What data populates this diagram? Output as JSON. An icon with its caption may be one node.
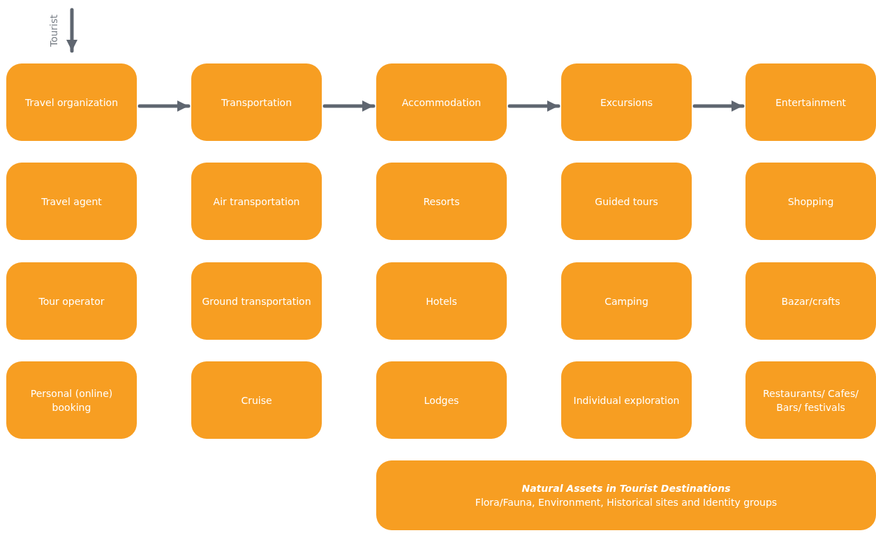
{
  "diagram": {
    "nodes": [
      {
        "text": [
          "Travel organization"
        ]
      },
      {
        "text": [
          "Transportation"
        ]
      },
      {
        "text": [
          "Accommodation"
        ]
      },
      {
        "text": [
          "Excursions"
        ]
      },
      {
        "text": [
          "Entertainment"
        ]
      },
      {
        "text": [
          "Travel agent"
        ]
      },
      {
        "text": [
          "Air transportation"
        ]
      },
      {
        "text": [
          "Resorts"
        ]
      },
      {
        "text": [
          "Guided tours"
        ]
      },
      {
        "text": [
          "Shopping"
        ]
      },
      {
        "text": [
          "Tour operator"
        ]
      },
      {
        "text": [
          "Ground transportation"
        ]
      },
      {
        "text": [
          "Hotels"
        ]
      },
      {
        "text": [
          "Camping"
        ]
      },
      {
        "text": [
          "Bazar/crafts"
        ]
      },
      {
        "text": [
          "Personal (online) booking"
        ]
      },
      {
        "text": [
          "Cruise"
        ]
      },
      {
        "text": [
          "Lodges"
        ]
      },
      {
        "text": [
          "Individual exploration"
        ]
      },
      {
        "text": [
          "Restaurants/ Cafes/ Bars/ festivals"
        ]
      },
      {
        "text": [
          "Natural Assets in Tourist Destinations",
          "Flora/Fauna, Environment, Historical sites and Identity groups"
        ]
      }
    ],
    "edges": [
      {
        "from": null,
        "to": 0,
        "arrow": "to",
        "label": "Tourist"
      },
      {
        "from": 0,
        "to": 1,
        "arrow": "to"
      },
      {
        "from": 1,
        "to": 2,
        "arrow": "to"
      },
      {
        "from": 2,
        "to": 3,
        "arrow": "to"
      },
      {
        "from": 3,
        "to": 4,
        "arrow": "to"
      }
    ]
  }
}
